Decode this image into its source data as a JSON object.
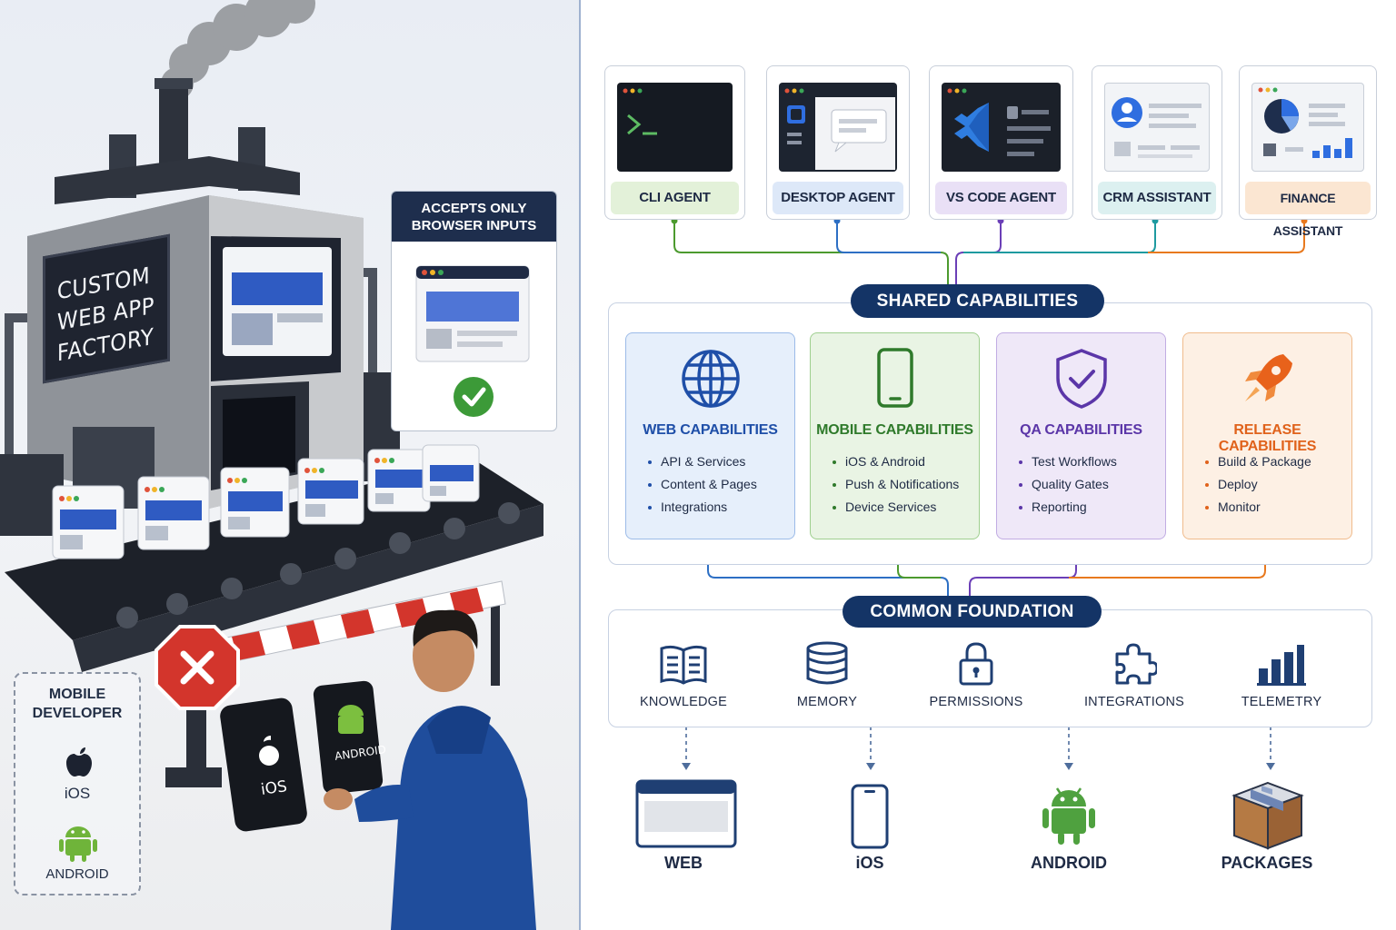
{
  "factory": {
    "sign_lines": [
      "CUSTOM",
      "WEB APP",
      "FACTORY"
    ]
  },
  "accepts_card": {
    "line1": "ACCEPTS ONLY",
    "line2": "BROWSER INPUTS"
  },
  "phones": {
    "ios": "iOS",
    "android": "ANDROID"
  },
  "mobile_developer": {
    "title_line1": "MOBILE",
    "title_line2": "DEVELOPER",
    "ios": "iOS",
    "android": "ANDROID"
  },
  "agents": [
    {
      "label": "CLI AGENT",
      "accent": "#e3f1d9"
    },
    {
      "label": "DESKTOP AGENT",
      "accent": "#dde8f8"
    },
    {
      "label": "VS CODE AGENT",
      "accent": "#e9e0f6"
    },
    {
      "label": "CRM ASSISTANT",
      "accent": "#dcf0f0"
    },
    {
      "label": "FINANCE ASSISTANT",
      "accent": "#fbe6d2"
    }
  ],
  "shared_capabilities": {
    "title": "SHARED CAPABILITIES",
    "cards": [
      {
        "title": "WEB CAPABILITIES",
        "items": [
          "API & Services",
          "Content & Pages",
          "Integrations"
        ],
        "color": "#1f4fa8"
      },
      {
        "title": "MOBILE CAPABILITIES",
        "items": [
          "iOS & Android",
          "Push & Notifications",
          "Device Services"
        ],
        "color": "#2f7a2b"
      },
      {
        "title": "QA CAPABILITIES",
        "items": [
          "Test Workflows",
          "Quality Gates",
          "Reporting"
        ],
        "color": "#5b36a8"
      },
      {
        "title": "RELEASE CAPABILITIES",
        "items": [
          "Build & Package",
          "Deploy",
          "Monitor"
        ],
        "color": "#e0621b"
      }
    ]
  },
  "common_foundation": {
    "title": "COMMON FOUNDATION",
    "items": [
      {
        "label": "KNOWLEDGE",
        "icon": "book-icon"
      },
      {
        "label": "MEMORY",
        "icon": "database-icon"
      },
      {
        "label": "PERMISSIONS",
        "icon": "lock-icon"
      },
      {
        "label": "INTEGRATIONS",
        "icon": "puzzle-icon"
      },
      {
        "label": "TELEMETRY",
        "icon": "bar-chart-icon"
      }
    ]
  },
  "outputs": [
    {
      "label": "WEB",
      "icon": "browser-window-icon"
    },
    {
      "label": "iOS",
      "icon": "phone-icon"
    },
    {
      "label": "ANDROID",
      "icon": "android-icon"
    },
    {
      "label": "PACKAGES",
      "icon": "package-box-icon"
    }
  ]
}
